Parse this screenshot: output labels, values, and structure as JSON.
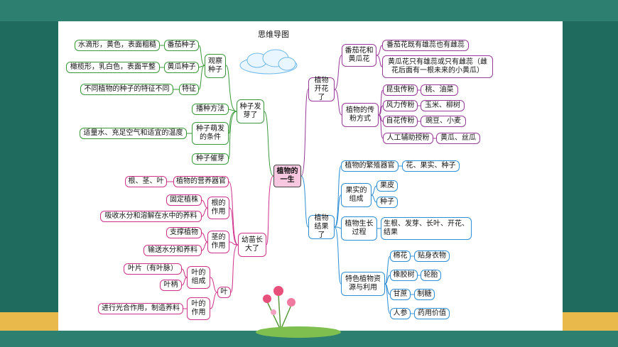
{
  "title": "思维导图",
  "center": "植物的一生",
  "branches": {
    "seed": {
      "label": "种子发芽了",
      "observe": {
        "label": "观察种子",
        "items": [
          {
            "label": "番茄种子",
            "desc": "水滴形，黄色，表面粗糙"
          },
          {
            "label": "黄瓜种子",
            "desc": "橄榄形，乳白色，表面平整"
          },
          {
            "label": "特征",
            "desc": "不同植物的种子的特征不同"
          }
        ]
      },
      "sow": "播种方法",
      "condition": {
        "label": "种子萌发的条件",
        "desc": "适量水、充足空气和适宜的温度"
      },
      "sprout": "种子催芽"
    },
    "seedling": {
      "label": "幼苗长大了",
      "organs": {
        "label": "植物的营养器官",
        "desc": "根、茎、叶"
      },
      "root": {
        "label": "根的作用",
        "items": [
          "固定植株",
          "吸收水分和溶解在水中的养料"
        ]
      },
      "stem": {
        "label": "茎的作用",
        "items": [
          "支撑植物",
          "输送水分和养料"
        ]
      },
      "leaf": {
        "label": "叶",
        "comp": {
          "label": "叶的组成",
          "items": [
            "叶片（有叶脉）",
            "叶柄"
          ]
        },
        "func": {
          "label": "叶的作用",
          "desc": "进行光合作用，制造养料"
        }
      }
    },
    "flower": {
      "label": "植物开花了",
      "types": {
        "label": "番茄花和黄瓜花",
        "items": [
          "番茄花既有雄蕊也有雌蕊",
          "黄瓜花只有雄蕊或只有雌蕊（雌花后面有一根未来的小黄瓜）"
        ]
      },
      "pollination": {
        "label": "植物的传粉方式",
        "items": [
          {
            "label": "昆虫传粉",
            "desc": "桃、油菜"
          },
          {
            "label": "风力传粉",
            "desc": "玉米、柳树"
          },
          {
            "label": "自花传粉",
            "desc": "豌豆、小麦"
          },
          {
            "label": "人工辅助授粉",
            "desc": "黄瓜、丝瓜"
          }
        ]
      }
    },
    "fruit": {
      "label": "植物结果了",
      "repro": {
        "label": "植物的繁殖器官",
        "desc": "花、果实、种子"
      },
      "fruitComp": {
        "label": "果实的组成",
        "items": [
          "果皮",
          "种子"
        ]
      },
      "growth": {
        "label": "植物生长过程",
        "desc": "生根、发芽、长叶、开花、结果"
      },
      "special": {
        "label": "特色植物资源与利用",
        "items": [
          {
            "label": "棉花",
            "desc": "贴身衣物"
          },
          {
            "label": "橡胶树",
            "desc": "轮胎"
          },
          {
            "label": "甘蔗",
            "desc": "制糖"
          },
          {
            "label": "人参",
            "desc": "药用价值"
          }
        ]
      }
    }
  },
  "colors": {
    "green": "#3a9a3a",
    "pink": "#d0328a",
    "purple": "#9a3a9a",
    "blue": "#2f8fd6",
    "centerFill": "#f7c8e0",
    "frame": "#1f6b5e"
  }
}
